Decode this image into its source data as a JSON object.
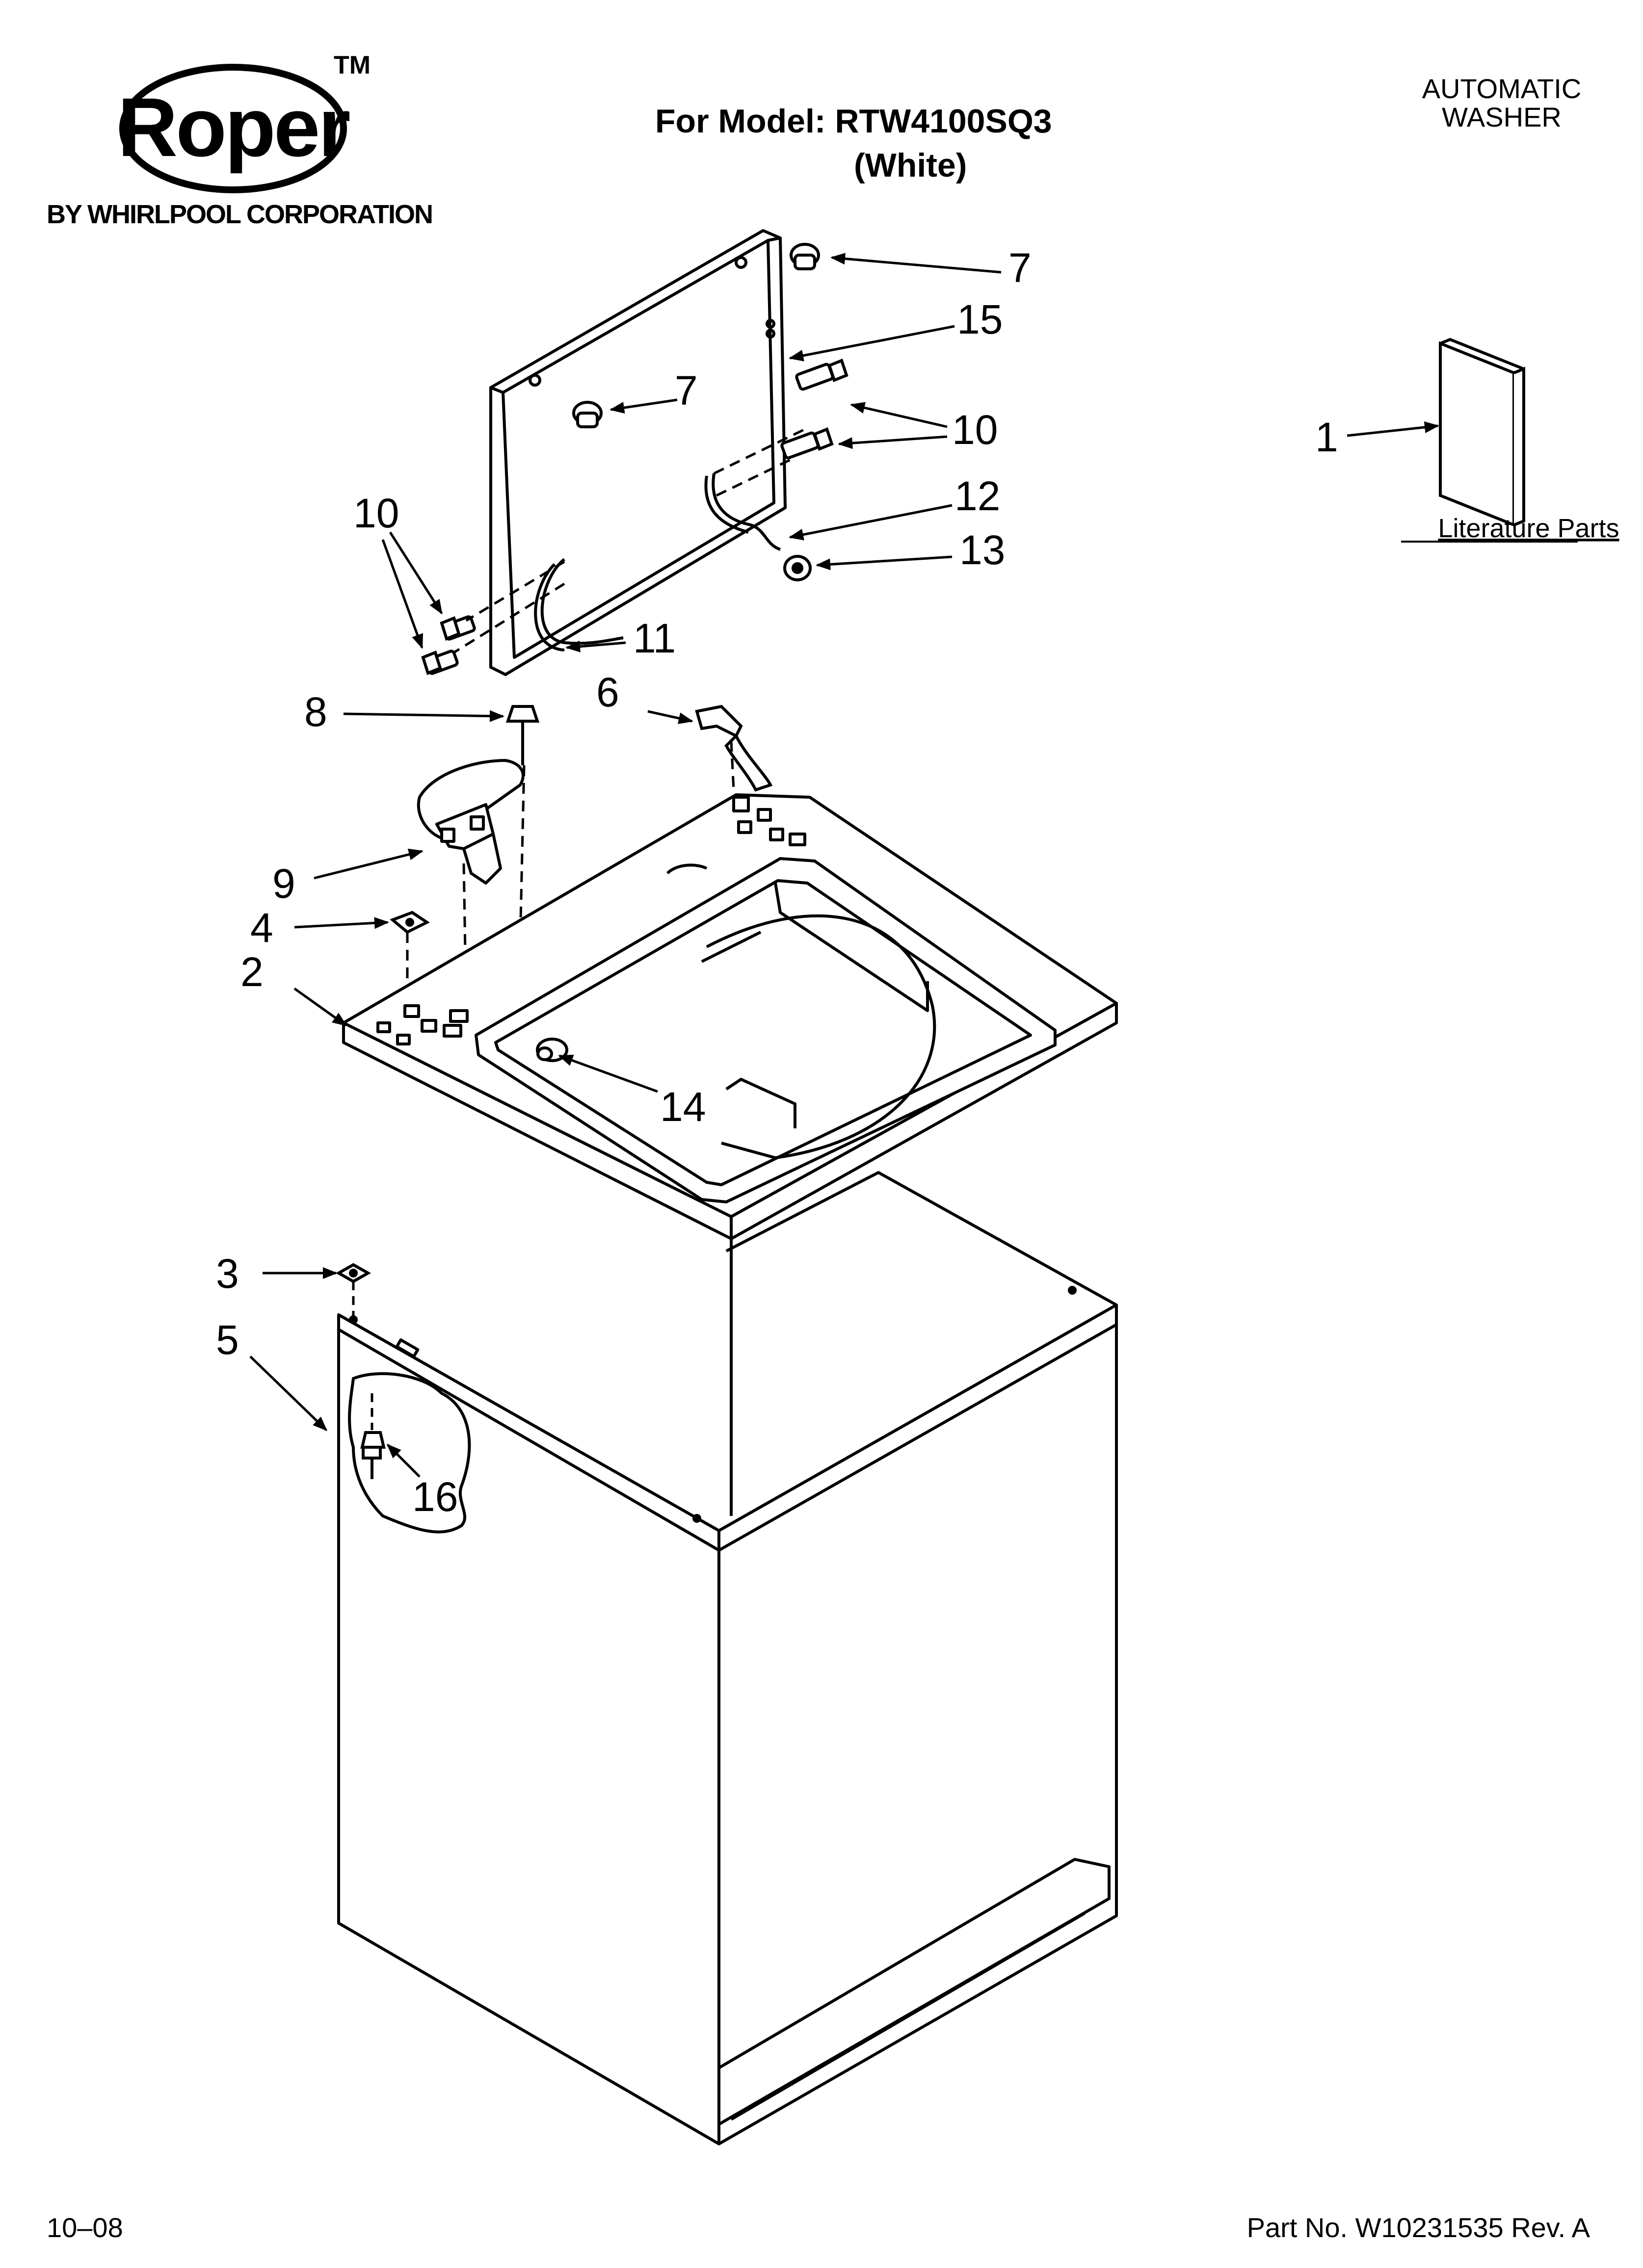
{
  "brand": {
    "logo_text": "Roper",
    "trademark": "TM",
    "byline": "BY WHIRLPOOL CORPORATION"
  },
  "header": {
    "model_line": "For Model: RTW4100SQ3",
    "color_line": "(White)",
    "category_line1": "AUTOMATIC",
    "category_line2": "WASHER"
  },
  "literature": {
    "label": "Literature Parts"
  },
  "callouts": {
    "c1": "1",
    "c2": "2",
    "c3": "3",
    "c4": "4",
    "c5": "5",
    "c6": "6",
    "c7a": "7",
    "c7b": "7",
    "c8": "8",
    "c9": "9",
    "c10a": "10",
    "c10b": "10",
    "c11": "11",
    "c12": "12",
    "c13": "13",
    "c14": "14",
    "c15": "15",
    "c16": "16"
  },
  "footer": {
    "date": "10–08",
    "part_no": "Part No. W10231535 Rev. A"
  },
  "colors": {
    "ink": "#000000",
    "paper": "#ffffff"
  }
}
